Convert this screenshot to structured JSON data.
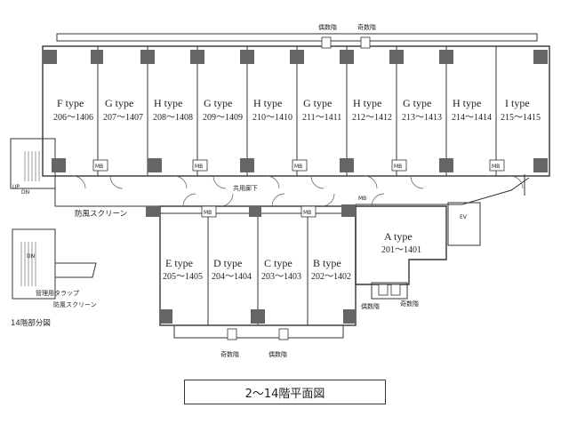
{
  "stairs_top": {
    "even": "偶数階",
    "odd": "奇数階"
  },
  "stairs_bottom": {
    "odd": "奇数階",
    "even": "偶数階"
  },
  "stairs_a": {
    "even": "偶数階",
    "odd": "奇数階"
  },
  "top_units": [
    {
      "type": "F type",
      "range": "206～1406"
    },
    {
      "type": "G type",
      "range": "207～1407"
    },
    {
      "type": "H type",
      "range": "208～1408"
    },
    {
      "type": "G type",
      "range": "209～1409"
    },
    {
      "type": "H type",
      "range": "210～1410"
    },
    {
      "type": "G type",
      "range": "211～1411"
    },
    {
      "type": "H type",
      "range": "212～1412"
    },
    {
      "type": "G type",
      "range": "213～1413"
    },
    {
      "type": "H type",
      "range": "214～1414"
    },
    {
      "type": "I type",
      "range": "215～1415"
    }
  ],
  "bottom_units": [
    {
      "type": "E type",
      "range": "205～1405"
    },
    {
      "type": "D type",
      "range": "204～1404"
    },
    {
      "type": "C type",
      "range": "203～1403"
    },
    {
      "type": "B type",
      "range": "202～1402"
    }
  ],
  "a_unit": {
    "type": "A type",
    "range": "201～1401"
  },
  "labels": {
    "corridor": "共用廊下",
    "windscreen": "防風スクリーン",
    "windscreen2": "防風スクリーン",
    "trap": "管理用タラップ",
    "partial": "14階部分図",
    "title": "2～14階平面図",
    "mb": "MB",
    "ev": "EV",
    "up": "UP",
    "dn": "DN",
    "dn2": "DN"
  }
}
